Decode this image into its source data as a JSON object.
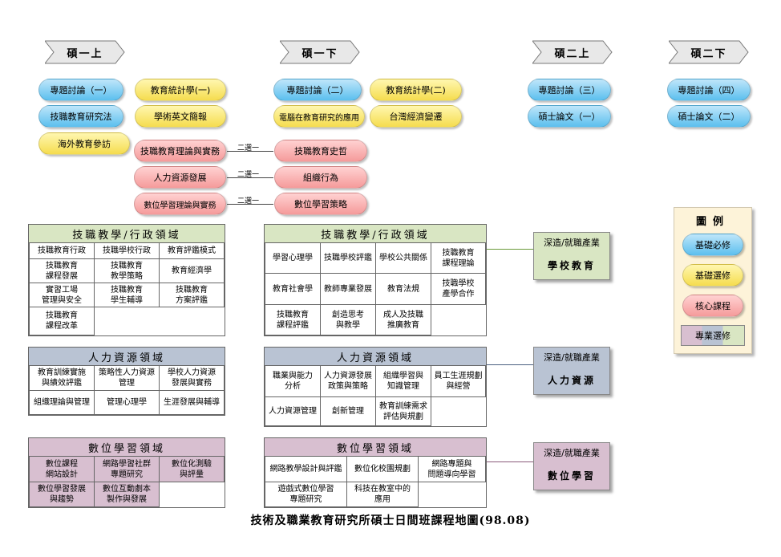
{
  "semesters": {
    "s1": "碩一上",
    "s2": "碩一下",
    "s3": "碩二上",
    "s4": "碩二下"
  },
  "courses": {
    "s1_topic": "專題討論（一）",
    "s1_stats": "教育統計學(一)",
    "s1_research": "技職教育研究法",
    "s1_english": "學術英文簡報",
    "s1_abroad": "海外教育參訪",
    "s2_topic": "專題討論（二）",
    "s2_stats": "教育統計學(二)",
    "s2_computer": "電腦在教育研究的應用",
    "s2_taiwan": "台灣經濟變遷",
    "s3_topic": "專題討論（三）",
    "s3_thesis": "碩士論文（一）",
    "s4_topic": "專題討論（四）",
    "s4_thesis": "碩士論文（二）"
  },
  "core_pairs": [
    {
      "left": "技職教育理論與實務",
      "choice": "二選一",
      "right": "技職教育史哲"
    },
    {
      "left": "人力資源發展",
      "choice": "二選一",
      "right": "組織行為"
    },
    {
      "left": "數位學習理論與實務",
      "choice": "二選一",
      "right": "數位學習策略"
    }
  ],
  "domains": {
    "teach_left": {
      "title": "技職教學/行政領域",
      "cells": [
        "技職教育行政",
        "技職學校行政",
        "教育評鑑模式",
        "技職教育\n課程發展",
        "技職教育\n教學策略",
        "教育經濟學",
        "實習工場\n管理與安全",
        "技職教育\n學生輔導",
        "技職教育\n方案評鑑",
        "技職教育\n課程改革"
      ]
    },
    "teach_right": {
      "title": "技職教學/行政領域",
      "cells": [
        "學習心理學",
        "技職學校評鑑",
        "學校公共關係",
        "技職教育\n課程理論",
        "教育社會學",
        "教師專業發展",
        "教育法規",
        "技職學校\n產學合作",
        "技職教育\n課程評鑑",
        "創造思考\n與教學",
        "成人及技職\n推廣教育"
      ]
    },
    "hr_left": {
      "title": "人力資源領域",
      "cells": [
        "教育訓練實施\n與績效評鑑",
        "策略性人力資源\n管理",
        "學校人力資源\n發展與實務",
        "組織理論與管理",
        "管理心理學",
        "生涯發展與輔導"
      ]
    },
    "hr_right": {
      "title": "人力資源領域",
      "cells": [
        "職業與能力\n分析",
        "人力資源發展\n政策與策略",
        "組織學習與\n知識管理",
        "員工生涯規劃\n與經營",
        "人力資源管理",
        "創新管理",
        "教育訓練需求\n評估與規劃"
      ]
    },
    "dl_left": {
      "title": "數位學習領域",
      "cells": [
        "數位課程\n網站設計",
        "網路學習社群\n專題研究",
        "數位化測驗\n與評量",
        "數位學習發展\n與趨勢",
        "數位互動劇本\n製作與發展"
      ]
    },
    "dl_right": {
      "title": "數位學習領域",
      "cells": [
        "網路教學設計與評鑑",
        "數位化校園規劃",
        "網路專題與\n問題導向學習",
        "遊戲式數位學習\n專題研究",
        "科技在教室中的\n應用"
      ]
    }
  },
  "cards": [
    {
      "top": "深造/就職產業",
      "main": "學校教育"
    },
    {
      "top": "深造/就職產業",
      "main": "人力資源"
    },
    {
      "top": "深造/就職產業",
      "main": "數位學習"
    }
  ],
  "legend": {
    "title": "圖例",
    "items": [
      "基礎必修",
      "基礎選修",
      "核心課程",
      "專業選修"
    ]
  },
  "footer": "技術及職業教育研究所碩士日間班課程地圖(98.08)",
  "colors": {
    "required": "#5bbfee",
    "elective": "#f5dc4e",
    "core": "#f59a9a",
    "teach_domain": "#d9e6c3",
    "hr_domain": "#b9c3d3",
    "dl_domain": "#d8bfd0"
  }
}
